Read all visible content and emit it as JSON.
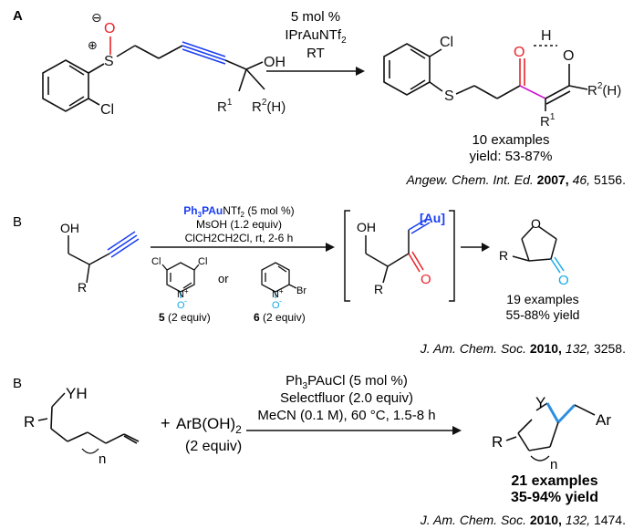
{
  "colors": {
    "black": "#111111",
    "red": "#e8242a",
    "blue": "#1a3ef2",
    "magenta": "#d016c8",
    "cyan": "#17a9e6",
    "lineblue": "#2d8fe0"
  },
  "panel_a": {
    "label": "A",
    "catalyst_loading": "5 mol %",
    "catalyst": "IPrAuNTf",
    "catalyst_sub": "2",
    "condition": "RT",
    "reactant": {
      "anion": "⊖",
      "cation": "⊕",
      "sulfur": "S",
      "oxygen": "O",
      "chloro": "Cl",
      "oh": "OH",
      "r1": "R",
      "r1_sup": "1",
      "r2": "R",
      "r2_sup": "2",
      "r2_suffix": "(H)"
    },
    "product": {
      "chloro": "Cl",
      "sulfur": "S",
      "o_ketone": "O",
      "h": "H",
      "o_enol": "O",
      "r2": "R",
      "r2_sup": "2",
      "r2_suffix": "(H)",
      "r1": "R",
      "r1_sup": "1"
    },
    "examples": "10 examples",
    "yield": "yield: 53-87%",
    "ref_journal": "Angew. Chem. Int. Ed.",
    "ref_year": "2007,",
    "ref_volume": "46,",
    "ref_page": "5156."
  },
  "panel_b1": {
    "label": "B",
    "cond_catalyst": "Ph",
    "cond_catalyst_sub": "3",
    "cond_catalyst_tail": "PAu",
    "cond_catalyst_anion": "NTf",
    "cond_catalyst_anion_sub": "2",
    "cond_catalyst_loading": " (5 mol %)",
    "cond_acid": "MsOH (1.2 equiv)",
    "cond_solvent": "ClCH2CH2Cl, rt, 2-6 h",
    "reactant": {
      "oh": "OH",
      "r": "R"
    },
    "oxidant5": {
      "cl_left": "Cl",
      "cl_right": "Cl",
      "n": "N",
      "plus": "+",
      "o": "O",
      "minus": "-",
      "number": "5",
      "equiv": " (2 equiv)"
    },
    "or": "or",
    "oxidant6": {
      "n": "N",
      "plus": "+",
      "br": "Br",
      "o": "O",
      "minus": "-",
      "number": "6",
      "equiv": " (2 equiv)"
    },
    "intermediate": {
      "oh": "OH",
      "au": "[Au]",
      "o": "O",
      "r": "R"
    },
    "product": {
      "o_ring": "O",
      "o_ketone": "O",
      "r": "R"
    },
    "examples": "19 examples",
    "yield": "55-88% yield",
    "ref_journal": "J. Am. Chem. Soc.",
    "ref_year": "2010,",
    "ref_volume": "132,",
    "ref_page": "3258."
  },
  "panel_b2": {
    "label": "B",
    "cond_catalyst": "Ph",
    "cond_catalyst_sub": "3",
    "cond_catalyst_tail": "PAuCl (5 mol %)",
    "cond_oxidant": "Selectfluor (2.0 equiv)",
    "cond_solvent": "MeCN (0.1 M), 60 °C, 1.5-8 h",
    "reactant": {
      "yh": "YH",
      "r": "R",
      "n": "n"
    },
    "plus": "+",
    "boronic_acid": "ArB(OH)",
    "boronic_sub": "2",
    "boronic_equiv": "(2 equiv)",
    "product": {
      "y": "Y",
      "r": "R",
      "ar": "Ar",
      "n": "n"
    },
    "examples": "21 examples",
    "yield": "35-94% yield",
    "ref_journal": "J. Am. Chem. Soc.",
    "ref_year": "2010,",
    "ref_volume": "132,",
    "ref_page": "1474."
  }
}
